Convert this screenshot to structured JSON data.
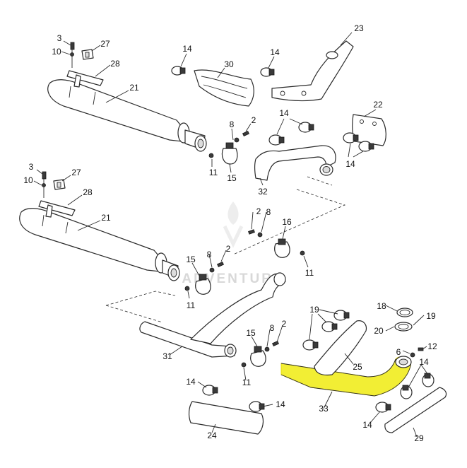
{
  "watermark": "ADVENTURE",
  "highlight_color": "#f2ee2a",
  "callouts": {
    "c3a": "3",
    "c10a": "10",
    "c27a": "27",
    "c28a": "28",
    "c21a": "21",
    "c14a": "14",
    "c30": "30",
    "c14b": "14",
    "c23": "23",
    "c8a": "8",
    "c2a": "2",
    "c14c": "14",
    "c22": "22",
    "c11a": "11",
    "c15a": "15",
    "c32": "32",
    "c14d": "14",
    "c3b": "3",
    "c10b": "10",
    "c27b": "27",
    "c28b": "28",
    "c21b": "21",
    "c2b": "2",
    "c8b": "8",
    "c16": "16",
    "c11b": "11",
    "c15b": "15",
    "c8c": "8",
    "c2c": "2",
    "c11c": "11",
    "c19a": "19",
    "c18": "18",
    "c19b": "19",
    "c20": "20",
    "c6": "6",
    "c12": "12",
    "c15c": "15",
    "c8d": "8",
    "c2d": "2",
    "c31": "31",
    "c11d": "11",
    "c25": "25",
    "c14e": "14",
    "c14f": "14",
    "c14g": "14",
    "c33": "33",
    "c14h": "14",
    "c24": "24",
    "c29": "29"
  }
}
